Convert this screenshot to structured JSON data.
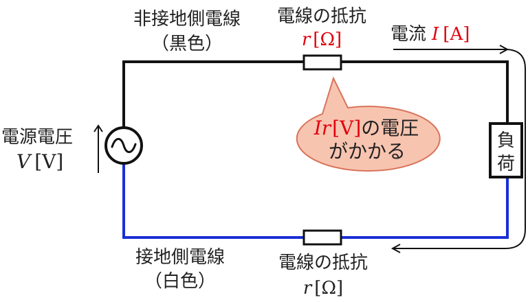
{
  "colors": {
    "black_wire": "#111111",
    "white_wire": "#1a2fd6",
    "accent_red": "#e0000e",
    "bubble_fill": "#f7c4b0",
    "bubble_stroke": "#d9735a",
    "text": "#222222"
  },
  "labels": {
    "hot_wire_line1": "非接地側電線",
    "hot_wire_line2": "（黒色）",
    "neutral_wire_line1": "接地側電線",
    "neutral_wire_line2": "（白色）",
    "top_resistor_title": "電線の抵抗",
    "top_resistor_var": "r",
    "top_resistor_unit": "[Ω]",
    "bottom_resistor_title": "電線の抵抗",
    "bottom_resistor_var": "r",
    "bottom_resistor_unit": "[Ω]",
    "current_title": "電流",
    "current_var": "I",
    "current_unit": "[A]",
    "source_title": "電源電圧",
    "source_var": "V",
    "source_unit": "[V]",
    "load_char1": "負",
    "load_char2": "荷",
    "callout_var": "Ir",
    "callout_unit": "[V]",
    "callout_text1": "の電圧",
    "callout_text2": "がかかる",
    "ac_symbol": "~"
  }
}
